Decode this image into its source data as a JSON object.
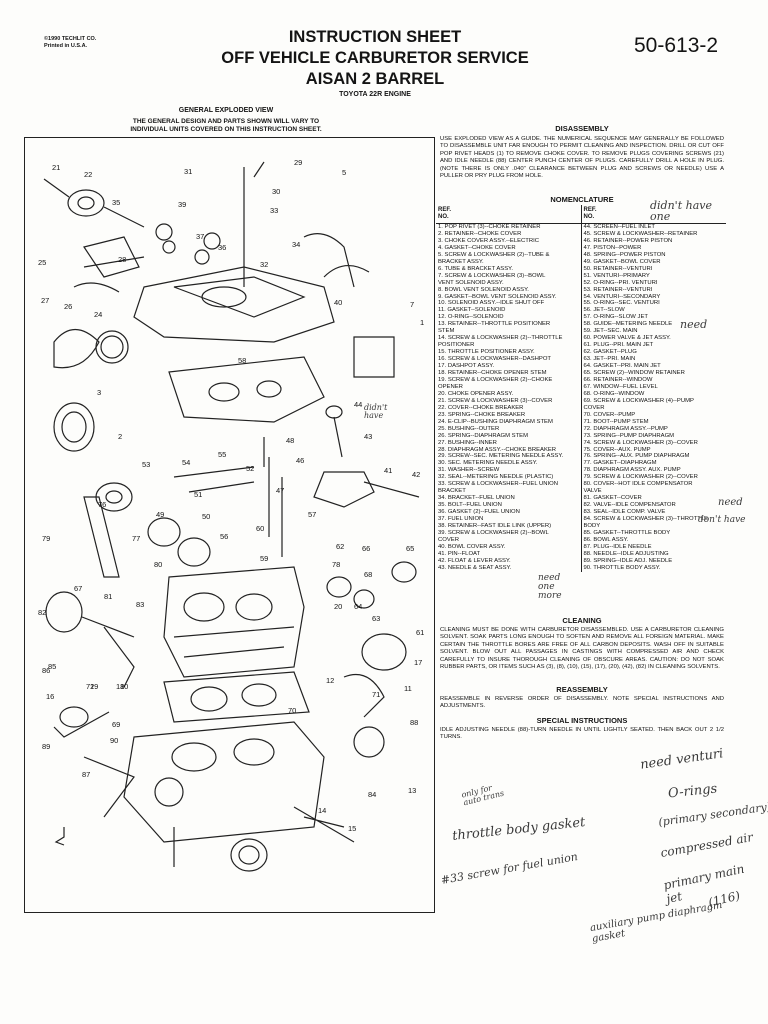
{
  "header": {
    "copyright_line1": "©1990 TECHLIT CO.",
    "copyright_line2": "Printed in U.S.A.",
    "title_line1": "INSTRUCTION SHEET",
    "title_line2": "OFF VEHICLE CARBURETOR SERVICE",
    "title_line3": "AISAN 2 BARREL",
    "title_line4": "TOYOTA 22R ENGINE",
    "document_number": "50-613-2"
  },
  "exploded_view": {
    "title": "GENERAL EXPLODED VIEW",
    "subtitle_line1": "THE GENERAL DESIGN AND PARTS SHOWN WILL VARY TO",
    "subtitle_line2": "INDIVIDUAL UNITS COVERED ON THIS INSTRUCTION SHEET.",
    "callouts": [
      "21",
      "22",
      "31",
      "29",
      "5",
      "30",
      "33",
      "35",
      "39",
      "37",
      "36",
      "34",
      "25",
      "28",
      "27",
      "26",
      "24",
      "32",
      "40",
      "7",
      "1",
      "58",
      "3",
      "2",
      "44",
      "43",
      "42",
      "53",
      "54",
      "55",
      "52",
      "48",
      "46",
      "51",
      "41",
      "47",
      "57",
      "79",
      "76",
      "77",
      "49",
      "50",
      "56",
      "60",
      "59",
      "62",
      "66",
      "65",
      "80",
      "78",
      "68",
      "67",
      "81",
      "82",
      "83",
      "20",
      "64",
      "63",
      "61",
      "85",
      "16",
      "19",
      "18",
      "17",
      "12",
      "11",
      "86",
      "72",
      "10",
      "69",
      "90",
      "70",
      "71",
      "89",
      "88",
      "87",
      "84",
      "13",
      "14",
      "15"
    ]
  },
  "disassembly": {
    "title": "DISASSEMBLY",
    "text": "USE EXPLODED VIEW AS A GUIDE. THE NUMERICAL SEQUENCE MAY GENERALLY BE FOLLOWED TO DISASSEMBLE UNIT FAR ENOUGH TO PERMIT CLEANING AND INSPECTION. DRILL OR CUT OFF POP RIVET HEADS (1) TO REMOVE CHOKE COVER. TO REMOVE PLUGS COVERING SCREWS (21) AND IDLE NEEDLE (88) CENTER PUNCH CENTER OF PLUGS. CAREFULLY DRILL A HOLE IN PLUG. (NOTE THERE IS ONLY .040\" CLEARANCE BETWEEN PLUG AND SCREWS OR NEEDLE) USE A PULLER OR PRY PLUG FROM HOLE."
  },
  "nomenclature": {
    "title": "NOMENCLATURE",
    "col_header": "REF.\nNO.",
    "left": [
      "1. POP RIVET (3)--CHOKE RETAINER",
      "2. RETAINER--CHOKE COVER",
      "3. CHOKE COVER ASSY.--ELECTRIC",
      "4. GASKET--CHOKE COVER",
      "5. SCREW & LOCKWASHER (2)--TUBE &",
      "   BRACKET ASSY.",
      "6. TUBE & BRACKET ASSY.",
      "7. SCREW & LOCKWASHER (3)--BOWL",
      "   VENT SOLENOID ASSY.",
      "8. BOWL VENT SOLENOID ASSY.",
      "9. GASKET--BOWL VENT SOLENOID ASSY.",
      "10. SOLENOID ASSY.--IDLE SHUT OFF",
      "11. GASKET--SOLENOID",
      "12. O-RING--SOLENOID",
      "13. RETAINER--THROTTLE POSITIONER",
      "    STEM",
      "14. SCREW & LOCKWASHER (2)--THROTTLE",
      "    POSITIONER",
      "15. THROTTLE POSITIONER ASSY.",
      "16. SCREW & LOCKWASHER--DASHPOT",
      "17. DASHPOT ASSY.",
      "18. RETAINER--CHOKE OPENER STEM",
      "19. SCREW & LOCKWASHER (2)--CHOKE",
      "    OPENER",
      "20. CHOKE OPENER ASSY.",
      "21. SCREW & LOCKWASHER (3)--COVER",
      "22. COVER--CHOKE BREAKER",
      "23. SPRING--CHOKE BREAKER",
      "24. E-CLIP--BUSHING DIAPHRAGM STEM",
      "25. BUSHING--OUTER",
      "26. SPRING--DIAPHRAGM STEM",
      "27. BUSHING--INNER",
      "28. DIAPHRAGM ASSY.--CHOKE BREAKER",
      "29. SCREW--SEC. METERING NEEDLE ASSY.",
      "30. SEC. METERING NEEDLE ASSY.",
      "31. WASHER--SCREW",
      "32. SEAL--METERING NEEDLE (PLASTIC)",
      "33. SCREW & LOCKWASHER--FUEL UNION",
      "    BRACKET",
      "34. BRACKET--FUEL UNION",
      "35. BOLT--FUEL UNION",
      "36. GASKET (2)--FUEL UNION",
      "37. FUEL UNION",
      "38. RETAINER--FAST IDLE LINK (UPPER)",
      "39. SCREW & LOCKWASHER (2)--BOWL",
      "    COVER",
      "40. BOWL COVER ASSY.",
      "41. PIN--FLOAT",
      "42. FLOAT & LEVER ASSY.",
      "43. NEEDLE & SEAT ASSY."
    ],
    "right": [
      "44. SCREEN--FUEL INLET",
      "45. SCREW & LOCKWASHER--RETAINER",
      "46. RETAINER--POWER PISTON",
      "47. PISTON--POWER",
      "48. SPRING--POWER PISTON",
      "49. GASKET--BOWL COVER",
      "50. RETAINER--VENTURI",
      "51. VENTURI--PRIMARY",
      "52. O-RING--PRI. VENTURI",
      "53. RETAINER--VENTURI",
      "54. VENTURI--SECONDARY",
      "55. O-RING--SEC. VENTURI",
      "56. JET--SLOW",
      "57. O-RING--SLOW JET",
      "58. GUIDE--METERING NEEDLE",
      "59. JET--SEC. MAIN",
      "60. POWER VALVE & JET ASSY.",
      "61. PLUG--PRI. MAIN JET",
      "62. GASKET--PLUG",
      "63. JET--PRI. MAIN",
      "64. GASKET--PRI. MAIN JET",
      "65. SCREW (2)--WINDOW RETAINER",
      "66. RETAINER--WINDOW",
      "67. WINDOW--FUEL LEVEL",
      "68. O-RING--WINDOW",
      "69. SCREW & LOCKWASHER (4)--PUMP",
      "    COVER",
      "70. COVER--PUMP",
      "71. BOOT--PUMP STEM",
      "72. DIAPHRAGM ASSY.--PUMP",
      "73. SPRING--PUMP DIAPHRAGM",
      "74. SCREW & LOCKWASHER (3)--COVER",
      "75. COVER--AUX. PUMP",
      "76. SPRING--AUX. PUMP DIAPHRAGM",
      "77. GASKET--DIAPHRAGM",
      "78. DIAPHRAGM ASSY. AUX. PUMP",
      "79. SCREW & LOCKWASHER (2)--COVER",
      "80. COVER--HOT IDLE COMPENSATOR",
      "    VALVE",
      "81. GASKET--COVER",
      "82. VALVE--IDLE COMPENSATOR",
      "83. SEAL--IDLE COMP. VALVE",
      "84. SCREW & LOCKWASHER (3)--THROTTLE",
      "    BODY",
      "85. GASKET--THROTTLE BODY",
      "86. BOWL ASSY.",
      "87. PLUG--IDLE NEEDLE",
      "88. NEEDLE--IDLE ADJUSTING",
      "89. SPRING--IDLE ADJ. NEEDLE",
      "90. THROTTLE BODY ASSY."
    ]
  },
  "cleaning": {
    "title": "CLEANING",
    "text": "CLEANING MUST BE DONE WITH CARBURETOR DISASSEMBLED. USE A CARBURETOR CLEANING SOLVENT. SOAK PARTS LONG ENOUGH TO SOFTEN AND REMOVE ALL FOREIGN MATERIAL. MAKE CERTAIN THE THROTTLE BORES ARE FREE OF ALL CARBON DEPOSITS. WASH OFF IN SUITABLE SOLVENT. BLOW OUT ALL PASSAGES IN CASTINGS WITH COMPRESSED AIR AND CHECK CAREFULLY TO INSURE THOROUGH CLEANING OF OBSCURE AREAS. CAUTION: DO NOT SOAK RUBBER PARTS, OR ITEMS SUCH AS (3), (8), (10), (15), (17), (20), (42), (82) IN CLEANING SOLVENTS."
  },
  "reassembly": {
    "title": "REASSEMBLY",
    "text": "REASSEMBLE IN REVERSE ORDER OF DISASSEMBLY. NOTE SPECIAL INSTRUCTIONS AND ADJUSTMENTS."
  },
  "special": {
    "title": "SPECIAL INSTRUCTIONS",
    "text": "IDLE ADJUSTING NEEDLE (88)-TURN NEEDLE IN UNTIL LIGHTLY SEATED. THEN BACK OUT 2 1/2 TURNS."
  },
  "handwriting": {
    "didnt_have_one": "didn't have one",
    "need": "need",
    "dont_have": "don't have",
    "need_one_more": "need one more",
    "didnt_have": "didn't have",
    "need_venturi": "need venturi",
    "o_rings": "O-rings",
    "primary_secondary": "(primary secondary)",
    "compressed_air": "compressed air",
    "primary_main_jet": "primary main jet",
    "jet_116": "(116)",
    "auxiliary_pump": "auxiliary pump diaphragm gasket",
    "only_for": "only for auto trans",
    "throttle_body_gasket": "throttle body gasket",
    "screw_for_fuel_union": "#33 screw for fuel union"
  }
}
